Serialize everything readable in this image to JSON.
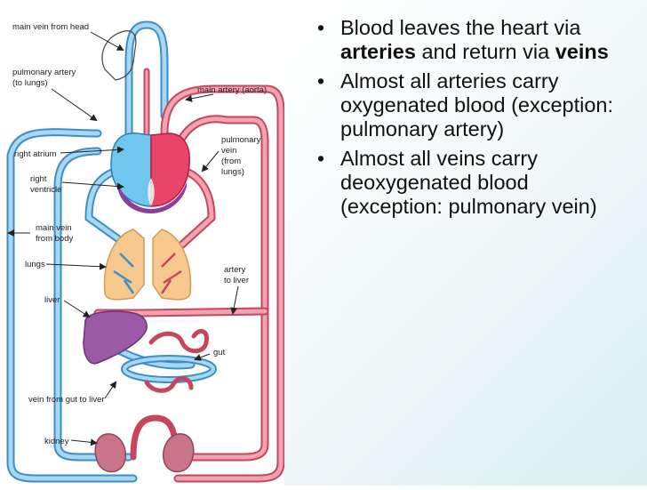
{
  "labels": {
    "main_vein_head": "main vein from head",
    "pulmonary_artery_l1": "pulmonary artery",
    "pulmonary_artery_l2": "(to lungs)",
    "main_artery": "main artery (aorta)",
    "pulmonary_vein_l1": "pulmonary",
    "pulmonary_vein_l2": "vein",
    "pulmonary_vein_l3": "(from",
    "pulmonary_vein_l4": "lungs)",
    "right_atrium": "right atrium",
    "right_ventricle_l1": "right",
    "right_ventricle_l2": "ventricle",
    "main_vein_body_l1": "main vein",
    "main_vein_body_l2": "from body",
    "lungs": "lungs",
    "artery_liver_l1": "artery",
    "artery_liver_l2": "to liver",
    "liver": "liver",
    "gut": "gut",
    "vein_gut_liver": "vein from gut to liver",
    "kidney": "kidney"
  },
  "bullets": [
    {
      "pre": "Blood leaves the heart via ",
      "b1": "arteries",
      "mid": " and return via ",
      "b2": "veins",
      "post": ""
    },
    {
      "pre": "Almost all arteries carry oxygenated blood (exception: pulmonary artery)",
      "b1": "",
      "mid": "",
      "b2": "",
      "post": ""
    },
    {
      "pre": "Almost all veins carry deoxygenated blood (exception: pulmonary vein)",
      "b1": "",
      "mid": "",
      "b2": "",
      "post": ""
    }
  ],
  "bullet_glyph": "•",
  "colors": {
    "vein_blue": "#8ec7e8",
    "artery_red": "#e58c9a",
    "heart_left": "#e8456a",
    "heart_right": "#6fc6ee",
    "ventricle": "#8b3f9a",
    "lung": "#f6c88e",
    "liver": "#9a5aa6",
    "kidney": "#c8758a"
  }
}
